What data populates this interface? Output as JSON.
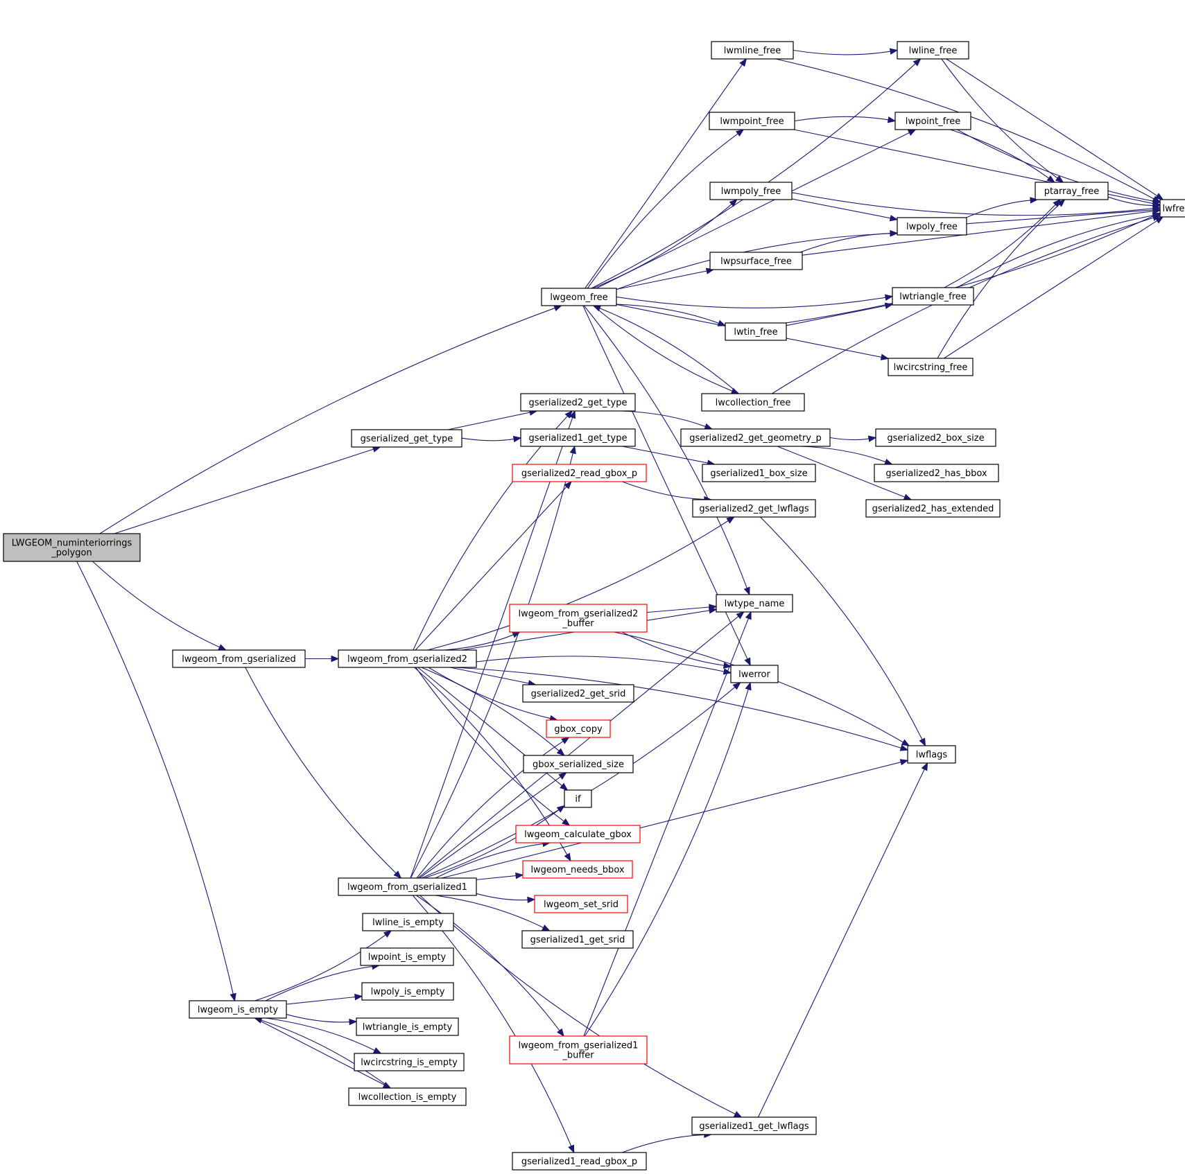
{
  "graph": {
    "title": "LWGEOM_numinteriorrings_polygon call graph",
    "colors": {
      "edge": "#191970",
      "node_border": "#000000",
      "external_border": "#ff0000",
      "root_fill": "#bfbfbf"
    },
    "nodes": [
      {
        "id": "root",
        "label": [
          "LWGEOM_numinteriorrings",
          "_polygon"
        ],
        "kind": "root"
      },
      {
        "id": "lwgeom_free",
        "label": [
          "lwgeom_free"
        ]
      },
      {
        "id": "gserialized_get_type",
        "label": [
          "gserialized_get_type"
        ]
      },
      {
        "id": "lwgeom_from_gserialized",
        "label": [
          "lwgeom_from_gserialized"
        ]
      },
      {
        "id": "lwgeom_is_empty",
        "label": [
          "lwgeom_is_empty"
        ]
      },
      {
        "id": "lwmline_free",
        "label": [
          "lwmline_free"
        ]
      },
      {
        "id": "lwline_free",
        "label": [
          "lwline_free"
        ]
      },
      {
        "id": "lwfree",
        "label": [
          "lwfree"
        ]
      },
      {
        "id": "lwmpoint_free",
        "label": [
          "lwmpoint_free"
        ]
      },
      {
        "id": "lwpoint_free",
        "label": [
          "lwpoint_free"
        ]
      },
      {
        "id": "lwmpoly_free",
        "label": [
          "lwmpoly_free"
        ]
      },
      {
        "id": "ptarray_free",
        "label": [
          "ptarray_free"
        ]
      },
      {
        "id": "lwpoly_free",
        "label": [
          "lwpoly_free"
        ]
      },
      {
        "id": "lwpsurface_free",
        "label": [
          "lwpsurface_free"
        ]
      },
      {
        "id": "lwtriangle_free",
        "label": [
          "lwtriangle_free"
        ]
      },
      {
        "id": "lwtin_free",
        "label": [
          "lwtin_free"
        ]
      },
      {
        "id": "lwcircstring_free",
        "label": [
          "lwcircstring_free"
        ]
      },
      {
        "id": "lwcollection_free",
        "label": [
          "lwcollection_free"
        ]
      },
      {
        "id": "gserialized2_get_type",
        "label": [
          "gserialized2_get_type"
        ]
      },
      {
        "id": "gserialized1_get_type",
        "label": [
          "gserialized1_get_type"
        ]
      },
      {
        "id": "gserialized2_read_gbox_p",
        "label": [
          "gserialized2_read_gbox_p"
        ],
        "kind": "red"
      },
      {
        "id": "gserialized2_get_geometry_p",
        "label": [
          "gserialized2_get_geometry_p"
        ]
      },
      {
        "id": "gserialized2_box_size",
        "label": [
          "gserialized2_box_size"
        ]
      },
      {
        "id": "gserialized1_box_size",
        "label": [
          "gserialized1_box_size"
        ]
      },
      {
        "id": "gserialized2_has_bbox",
        "label": [
          "gserialized2_has_bbox"
        ]
      },
      {
        "id": "gserialized2_get_lwflags",
        "label": [
          "gserialized2_get_lwflags"
        ]
      },
      {
        "id": "gserialized2_has_extended",
        "label": [
          "gserialized2_has_extended"
        ]
      },
      {
        "id": "lwtype_name",
        "label": [
          "lwtype_name"
        ]
      },
      {
        "id": "lwgeom_from_gserialized2_buffer",
        "label": [
          "lwgeom_from_gserialized2",
          "_buffer"
        ],
        "kind": "red"
      },
      {
        "id": "lwgeom_from_gserialized2",
        "label": [
          "lwgeom_from_gserialized2"
        ]
      },
      {
        "id": "lwerror",
        "label": [
          "lwerror"
        ]
      },
      {
        "id": "gserialized2_get_srid",
        "label": [
          "gserialized2_get_srid"
        ]
      },
      {
        "id": "gbox_copy",
        "label": [
          "gbox_copy"
        ],
        "kind": "red"
      },
      {
        "id": "lwflags",
        "label": [
          "lwflags"
        ]
      },
      {
        "id": "gbox_serialized_size",
        "label": [
          "gbox_serialized_size"
        ]
      },
      {
        "id": "if",
        "label": [
          "if"
        ]
      },
      {
        "id": "lwgeom_calculate_gbox",
        "label": [
          "lwgeom_calculate_gbox"
        ],
        "kind": "red"
      },
      {
        "id": "lwgeom_needs_bbox",
        "label": [
          "lwgeom_needs_bbox"
        ],
        "kind": "red"
      },
      {
        "id": "lwgeom_from_gserialized1",
        "label": [
          "lwgeom_from_gserialized1"
        ]
      },
      {
        "id": "lwgeom_set_srid",
        "label": [
          "lwgeom_set_srid"
        ],
        "kind": "red"
      },
      {
        "id": "lwline_is_empty",
        "label": [
          "lwline_is_empty"
        ]
      },
      {
        "id": "gserialized1_get_srid",
        "label": [
          "gserialized1_get_srid"
        ]
      },
      {
        "id": "lwpoint_is_empty",
        "label": [
          "lwpoint_is_empty"
        ]
      },
      {
        "id": "lwpoly_is_empty",
        "label": [
          "lwpoly_is_empty"
        ]
      },
      {
        "id": "lwtriangle_is_empty",
        "label": [
          "lwtriangle_is_empty"
        ]
      },
      {
        "id": "lwgeom_from_gserialized1_buffer",
        "label": [
          "lwgeom_from_gserialized1",
          "_buffer"
        ],
        "kind": "red"
      },
      {
        "id": "lwcircstring_is_empty",
        "label": [
          "lwcircstring_is_empty"
        ]
      },
      {
        "id": "lwcollection_is_empty",
        "label": [
          "lwcollection_is_empty"
        ]
      },
      {
        "id": "gserialized1_get_lwflags",
        "label": [
          "gserialized1_get_lwflags"
        ]
      },
      {
        "id": "gserialized1_read_gbox_p",
        "label": [
          "gserialized1_read_gbox_p"
        ]
      }
    ],
    "edges": [
      [
        "root",
        "lwgeom_free"
      ],
      [
        "root",
        "gserialized_get_type"
      ],
      [
        "root",
        "lwgeom_from_gserialized"
      ],
      [
        "root",
        "lwgeom_is_empty"
      ],
      [
        "lwgeom_free",
        "lwmline_free"
      ],
      [
        "lwgeom_free",
        "lwline_free"
      ],
      [
        "lwgeom_free",
        "lwmpoint_free"
      ],
      [
        "lwgeom_free",
        "lwpoint_free"
      ],
      [
        "lwgeom_free",
        "lwmpoly_free"
      ],
      [
        "lwgeom_free",
        "lwpoly_free"
      ],
      [
        "lwgeom_free",
        "lwpsurface_free"
      ],
      [
        "lwgeom_free",
        "lwtriangle_free"
      ],
      [
        "lwgeom_free",
        "lwtin_free"
      ],
      [
        "lwgeom_free",
        "lwcircstring_free"
      ],
      [
        "lwgeom_free",
        "lwcollection_free"
      ],
      [
        "lwgeom_free",
        "lwtype_name"
      ],
      [
        "lwgeom_free",
        "lwerror"
      ],
      [
        "lwmline_free",
        "lwline_free"
      ],
      [
        "lwmline_free",
        "lwfree"
      ],
      [
        "lwline_free",
        "lwfree"
      ],
      [
        "lwline_free",
        "ptarray_free"
      ],
      [
        "lwmpoint_free",
        "lwpoint_free"
      ],
      [
        "lwmpoint_free",
        "lwfree"
      ],
      [
        "lwpoint_free",
        "lwfree"
      ],
      [
        "lwpoint_free",
        "ptarray_free"
      ],
      [
        "lwmpoly_free",
        "lwpoly_free"
      ],
      [
        "lwmpoly_free",
        "lwfree"
      ],
      [
        "lwpoly_free",
        "ptarray_free"
      ],
      [
        "lwpoly_free",
        "lwfree"
      ],
      [
        "ptarray_free",
        "lwfree"
      ],
      [
        "lwpsurface_free",
        "lwpoly_free"
      ],
      [
        "lwpsurface_free",
        "lwfree"
      ],
      [
        "lwtriangle_free",
        "ptarray_free"
      ],
      [
        "lwtriangle_free",
        "lwfree"
      ],
      [
        "lwtin_free",
        "lwtriangle_free"
      ],
      [
        "lwtin_free",
        "lwfree"
      ],
      [
        "lwcircstring_free",
        "ptarray_free"
      ],
      [
        "lwcircstring_free",
        "lwfree"
      ],
      [
        "lwcollection_free",
        "lwgeom_free"
      ],
      [
        "lwcollection_free",
        "lwfree"
      ],
      [
        "gserialized_get_type",
        "gserialized2_get_type"
      ],
      [
        "gserialized_get_type",
        "gserialized1_get_type"
      ],
      [
        "gserialized2_get_type",
        "gserialized2_get_geometry_p"
      ],
      [
        "gserialized1_get_type",
        "gserialized1_box_size"
      ],
      [
        "gserialized2_get_geometry_p",
        "gserialized2_box_size"
      ],
      [
        "gserialized2_get_geometry_p",
        "gserialized2_has_bbox"
      ],
      [
        "gserialized2_get_geometry_p",
        "gserialized2_has_extended"
      ],
      [
        "gserialized2_read_gbox_p",
        "gserialized2_get_lwflags"
      ],
      [
        "gserialized2_get_lwflags",
        "lwflags"
      ],
      [
        "lwgeom_from_gserialized",
        "lwgeom_from_gserialized2"
      ],
      [
        "lwgeom_from_gserialized",
        "lwgeom_from_gserialized1"
      ],
      [
        "lwgeom_from_gserialized2",
        "gserialized2_get_type"
      ],
      [
        "lwgeom_from_gserialized2",
        "gserialized2_read_gbox_p"
      ],
      [
        "lwgeom_from_gserialized2",
        "gserialized2_get_lwflags"
      ],
      [
        "lwgeom_from_gserialized2",
        "lwflags"
      ],
      [
        "lwgeom_from_gserialized2",
        "lwtype_name"
      ],
      [
        "lwgeom_from_gserialized2",
        "lwgeom_from_gserialized2_buffer"
      ],
      [
        "lwgeom_from_gserialized2",
        "lwerror"
      ],
      [
        "lwgeom_from_gserialized2",
        "gserialized2_get_srid"
      ],
      [
        "lwgeom_from_gserialized2",
        "gbox_copy"
      ],
      [
        "lwgeom_from_gserialized2",
        "gbox_serialized_size"
      ],
      [
        "lwgeom_from_gserialized2",
        "if"
      ],
      [
        "lwgeom_from_gserialized2",
        "lwgeom_calculate_gbox"
      ],
      [
        "lwgeom_from_gserialized2",
        "lwgeom_needs_bbox"
      ],
      [
        "lwgeom_from_gserialized2_buffer",
        "lwtype_name"
      ],
      [
        "lwgeom_from_gserialized2_buffer",
        "lwerror"
      ],
      [
        "lwgeom_from_gserialized2_buffer",
        "lwflags"
      ],
      [
        "lwgeom_from_gserialized1",
        "gserialized2_get_type"
      ],
      [
        "lwgeom_from_gserialized1",
        "gserialized1_get_type"
      ],
      [
        "lwgeom_from_gserialized1",
        "gbox_copy"
      ],
      [
        "lwgeom_from_gserialized1",
        "gbox_serialized_size"
      ],
      [
        "lwgeom_from_gserialized1",
        "if"
      ],
      [
        "lwgeom_from_gserialized1",
        "lwgeom_calculate_gbox"
      ],
      [
        "lwgeom_from_gserialized1",
        "lwgeom_needs_bbox"
      ],
      [
        "lwgeom_from_gserialized1",
        "lwgeom_set_srid"
      ],
      [
        "lwgeom_from_gserialized1",
        "gserialized1_get_srid"
      ],
      [
        "lwgeom_from_gserialized1",
        "lwtype_name"
      ],
      [
        "lwgeom_from_gserialized1",
        "lwerror"
      ],
      [
        "lwgeom_from_gserialized1",
        "lwgeom_from_gserialized1_buffer"
      ],
      [
        "lwgeom_from_gserialized1",
        "lwflags"
      ],
      [
        "lwgeom_from_gserialized1",
        "gserialized1_get_lwflags"
      ],
      [
        "lwgeom_from_gserialized1",
        "gserialized1_read_gbox_p"
      ],
      [
        "lwgeom_from_gserialized1_buffer",
        "lwtype_name"
      ],
      [
        "lwgeom_from_gserialized1_buffer",
        "lwerror"
      ],
      [
        "gserialized1_read_gbox_p",
        "gserialized1_get_lwflags"
      ],
      [
        "gserialized1_get_lwflags",
        "lwflags"
      ],
      [
        "lwgeom_is_empty",
        "lwline_is_empty"
      ],
      [
        "lwgeom_is_empty",
        "lwpoint_is_empty"
      ],
      [
        "lwgeom_is_empty",
        "lwpoly_is_empty"
      ],
      [
        "lwgeom_is_empty",
        "lwtriangle_is_empty"
      ],
      [
        "lwgeom_is_empty",
        "lwcircstring_is_empty"
      ],
      [
        "lwgeom_is_empty",
        "lwcollection_is_empty"
      ],
      [
        "lwcollection_is_empty",
        "lwgeom_is_empty"
      ]
    ]
  }
}
